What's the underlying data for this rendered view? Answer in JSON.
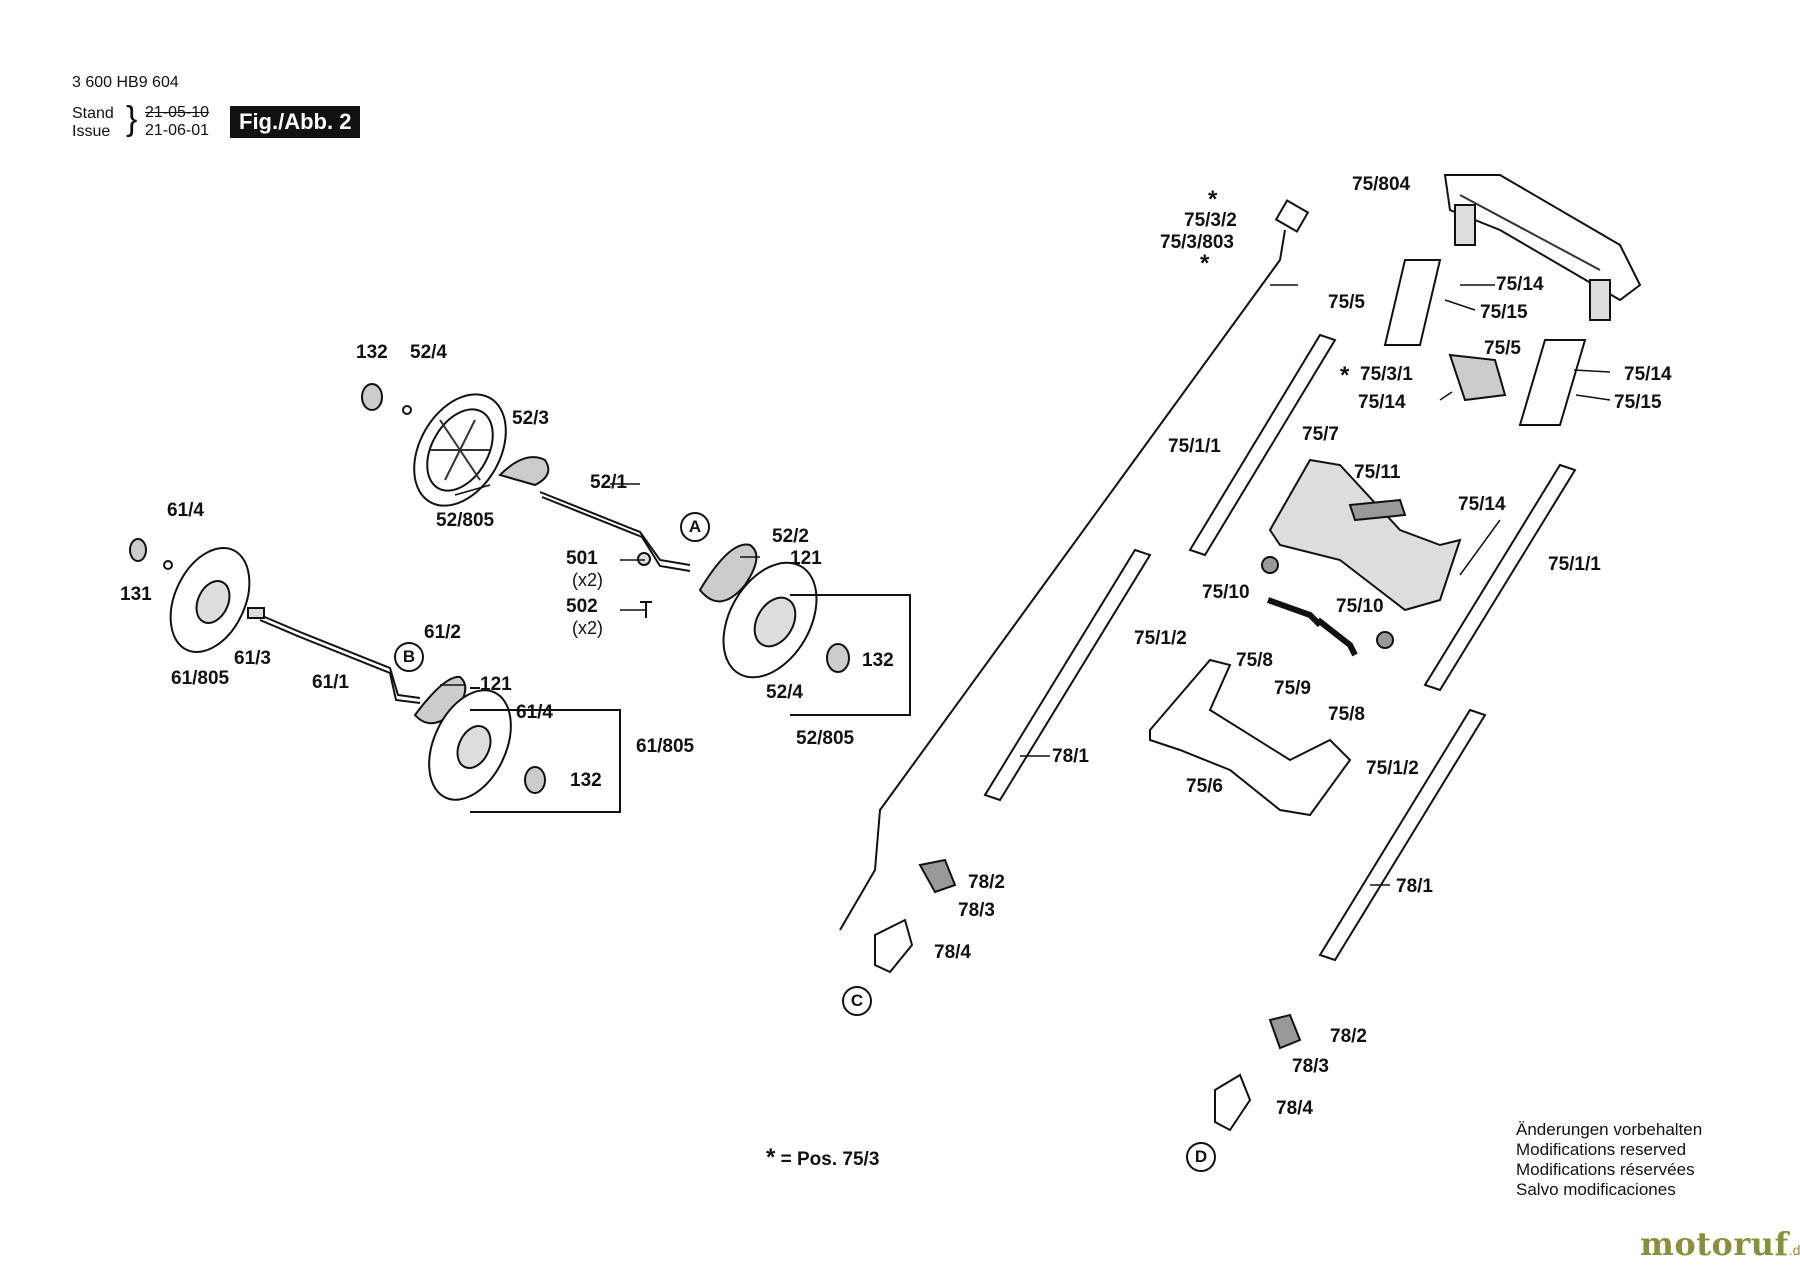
{
  "header": {
    "doc_number": "3 600 HB9 604",
    "stand_label": "Stand",
    "issue_label": "Issue",
    "stand_date": "21-05-10",
    "issue_date": "21-06-01",
    "figure_label": "Fig./Abb. 2"
  },
  "parts": {
    "p132a": "132",
    "p52_4a": "52/4",
    "p52_3": "52/3",
    "p52_805a": "52/805",
    "p52_1": "52/1",
    "p52_2": "52/2",
    "p121a": "121",
    "p501": "501",
    "x2a": "(x2)",
    "p502": "502",
    "x2b": "(x2)",
    "p132b": "132",
    "p52_4b": "52/4",
    "p52_805b": "52/805",
    "p61_4a": "61/4",
    "p131": "131",
    "p61_805a": "61/805",
    "p61_3": "61/3",
    "p61_1": "61/1",
    "p61_2": "61/2",
    "p121b": "121",
    "p61_4b": "61/4",
    "p61_805b": "61/805",
    "p132c": "132",
    "p75_3_2": "75/3/2",
    "p75_3_803": "75/3/803",
    "p75_804": "75/804",
    "p75_5a": "75/5",
    "p75_14a": "75/14",
    "p75_15a": "75/15",
    "p75_5b": "75/5",
    "p75_14b": "75/14",
    "p75_15b": "75/15",
    "p75_3_1": "75/3/1",
    "p75_14c": "75/14",
    "p75_1_1a": "75/1/1",
    "p75_7": "75/7",
    "p75_11": "75/11",
    "p75_14d": "75/14",
    "p75_1_1b": "75/1/1",
    "p75_10a": "75/10",
    "p75_10b": "75/10",
    "p75_1_2a": "75/1/2",
    "p75_8a": "75/8",
    "p75_9": "75/9",
    "p75_8b": "75/8",
    "p75_1_2b": "75/1/2",
    "p78_1a": "78/1",
    "p75_6": "75/6",
    "p78_1b": "78/1",
    "p78_2a": "78/2",
    "p78_3a": "78/3",
    "p78_4a": "78/4",
    "p78_2b": "78/2",
    "p78_3b": "78/3",
    "p78_4b": "78/4"
  },
  "markers": {
    "A": "A",
    "B": "B",
    "C": "C",
    "D": "D",
    "star": "*"
  },
  "footnote": {
    "star": "*",
    "text": "= Pos. 75/3"
  },
  "notes": [
    "Änderungen vorbehalten",
    "Modifications reserved",
    "Modifications réservées",
    "Salvo modificaciones"
  ],
  "brand": {
    "name": "motoruf",
    "tld": ".de"
  },
  "colors": {
    "ink": "#111111",
    "part_fill": "#ffffff",
    "part_shade": "#555555",
    "brand": "#8a8f3c"
  }
}
